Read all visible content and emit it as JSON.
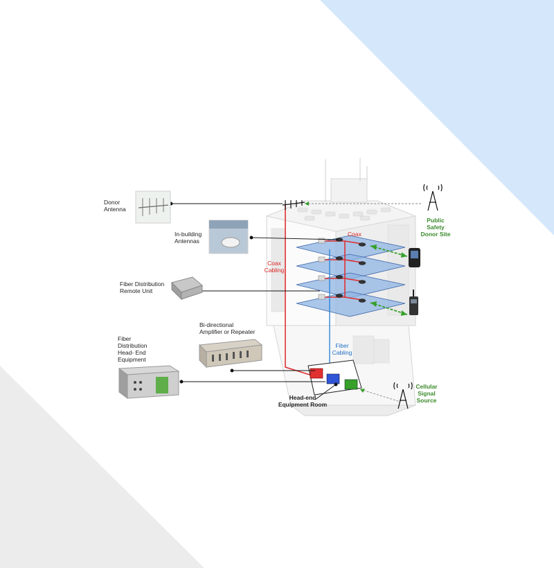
{
  "colors": {
    "blue_wedge": "#d5e8fb",
    "gray_wedge": "#ececec",
    "coax": "#e03030",
    "fiber": "#2f86d6",
    "signal": "#36a02a",
    "floor": "#8fb4e3"
  },
  "labels": {
    "donor_antenna": [
      "Donor",
      "Antenna"
    ],
    "in_building_antennas": [
      "In-building",
      "Antennas"
    ],
    "fiber_remote_unit": [
      "Fiber Distribution",
      "Remote Unit"
    ],
    "bda": [
      "Bi-directional",
      "Amplifier or Repeater"
    ],
    "fiber_head_end": [
      "Fiber",
      "Distribution",
      "Head- End",
      "Equipment"
    ],
    "public_safety": [
      "Public",
      "Safety",
      "Donor Site"
    ],
    "cellular_source": [
      "Cellular",
      "Signal",
      "Source"
    ],
    "head_end_room": [
      "Head-end",
      "Equipment Room"
    ],
    "coax_top": "Coax",
    "coax_cabling": [
      "Coax",
      "Cabling"
    ],
    "fiber_cabling": [
      "Fiber",
      "Cabling"
    ]
  },
  "icons": [
    "yagi-antenna-icon",
    "ceiling-antenna-icon",
    "remote-unit-icon",
    "amplifier-icon",
    "head-end-rack-icon",
    "cell-tower-icon",
    "radio-handset-icon",
    "mobile-phone-icon"
  ]
}
